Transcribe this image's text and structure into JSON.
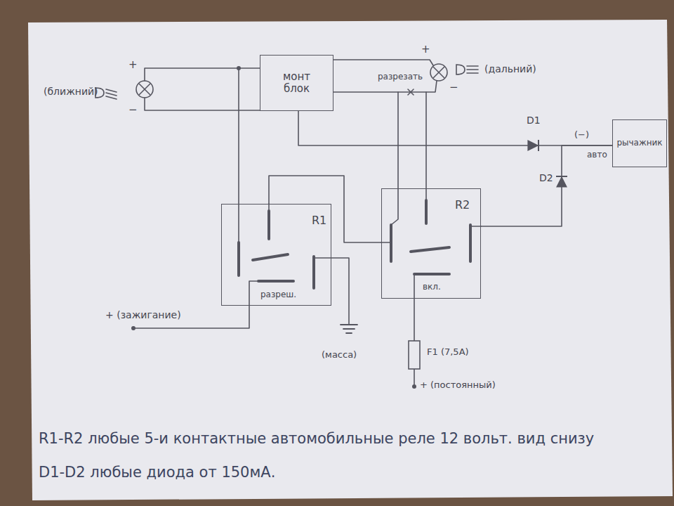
{
  "diagram": {
    "nodes": [
      {
        "text": [
          "монт блок"
        ]
      },
      {
        "text": [
          "рычажник"
        ]
      },
      {
        "text": [
          "R1",
          "разреш."
        ]
      },
      {
        "text": [
          "R2",
          "вкл."
        ]
      }
    ],
    "edges": [
      {
        "from": 0,
        "to": 1,
        "arrow": "none"
      },
      {
        "from": 3,
        "to": 1,
        "arrow": "none"
      },
      {
        "from": 2,
        "to": 3,
        "arrow": "none"
      }
    ],
    "labels": [
      "+",
      "−",
      "(ближний)",
      "+",
      "−",
      "(дальний)",
      "разрезать",
      "D1",
      "D2",
      "(−)",
      "авто",
      "+ (зажигание)",
      "(масса)",
      "F1 (7,5A)",
      "+ (постоянный)",
      "R1-R2 любые 5-и контактные автомобильные реле 12 вольт. вид снизу",
      "D1-D2 любые диода от 150мА."
    ]
  }
}
